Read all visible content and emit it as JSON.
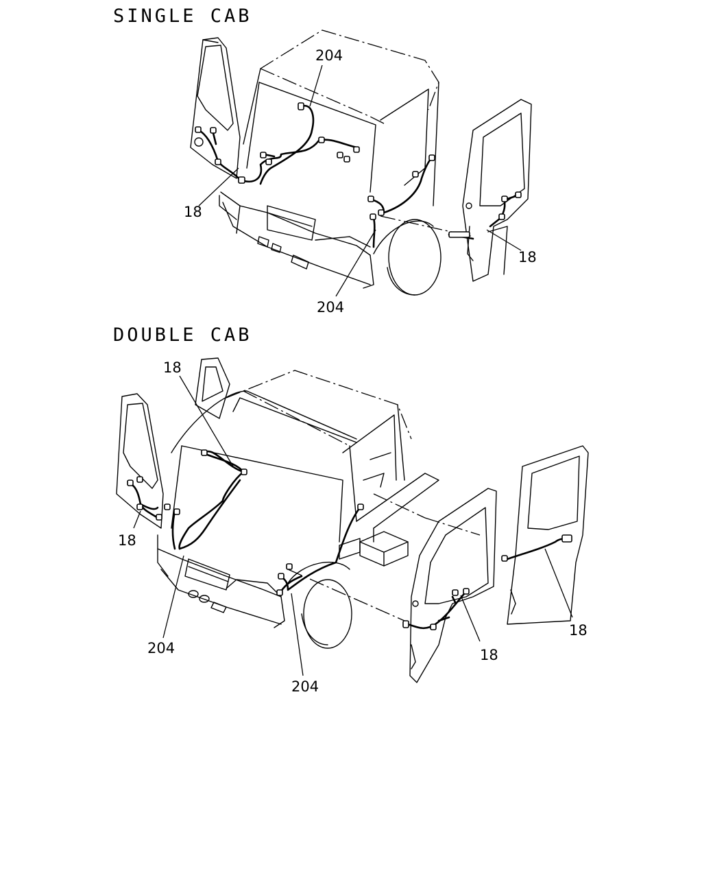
{
  "sections": [
    {
      "title": "SINGLE CAB",
      "callouts": [
        "204",
        "18",
        "18",
        "204"
      ]
    },
    {
      "title": "DOUBLE CAB",
      "callouts": [
        "18",
        "18",
        "204",
        "204",
        "18",
        "18"
      ]
    }
  ]
}
